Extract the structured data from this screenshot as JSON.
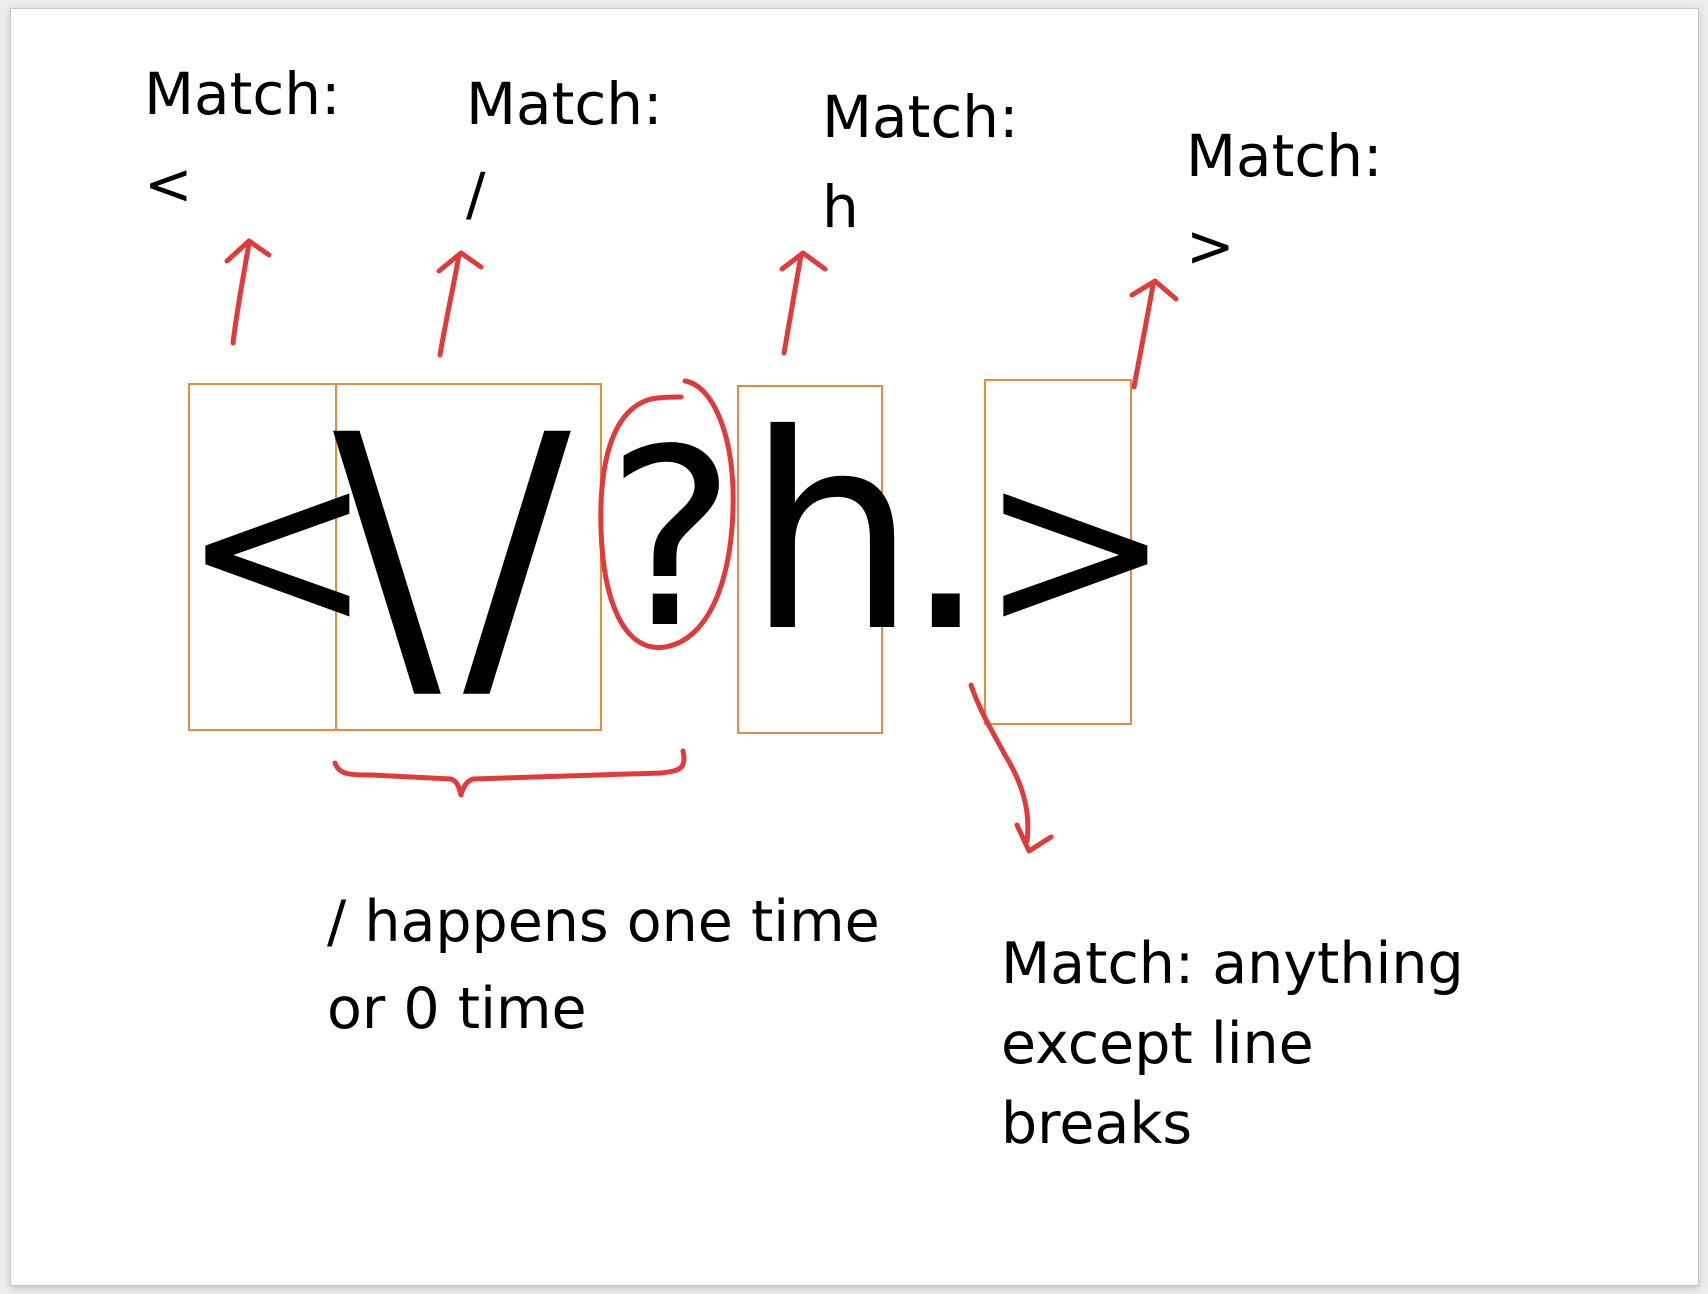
{
  "colors": {
    "box_outline": "#e38b44",
    "annotation_red": "#e03a3a",
    "text": "#000000",
    "background": "#ffffff"
  },
  "labels": [
    {
      "line1": "Match:",
      "line2": "<"
    },
    {
      "line1": "Match:",
      "line2": "/"
    },
    {
      "line1": "Match:",
      "line2": "h"
    },
    {
      "line1": "Match:",
      "line2": ">"
    }
  ],
  "regex": {
    "chars": [
      "<",
      "\\",
      "/",
      "?",
      "h",
      ".",
      ">"
    ]
  },
  "notes": {
    "optional": {
      "line1": " / happens one time",
      "line2": "or 0 time"
    },
    "dot": {
      "line1": "Match: anything",
      "line2": "except line",
      "line3": "breaks"
    }
  }
}
